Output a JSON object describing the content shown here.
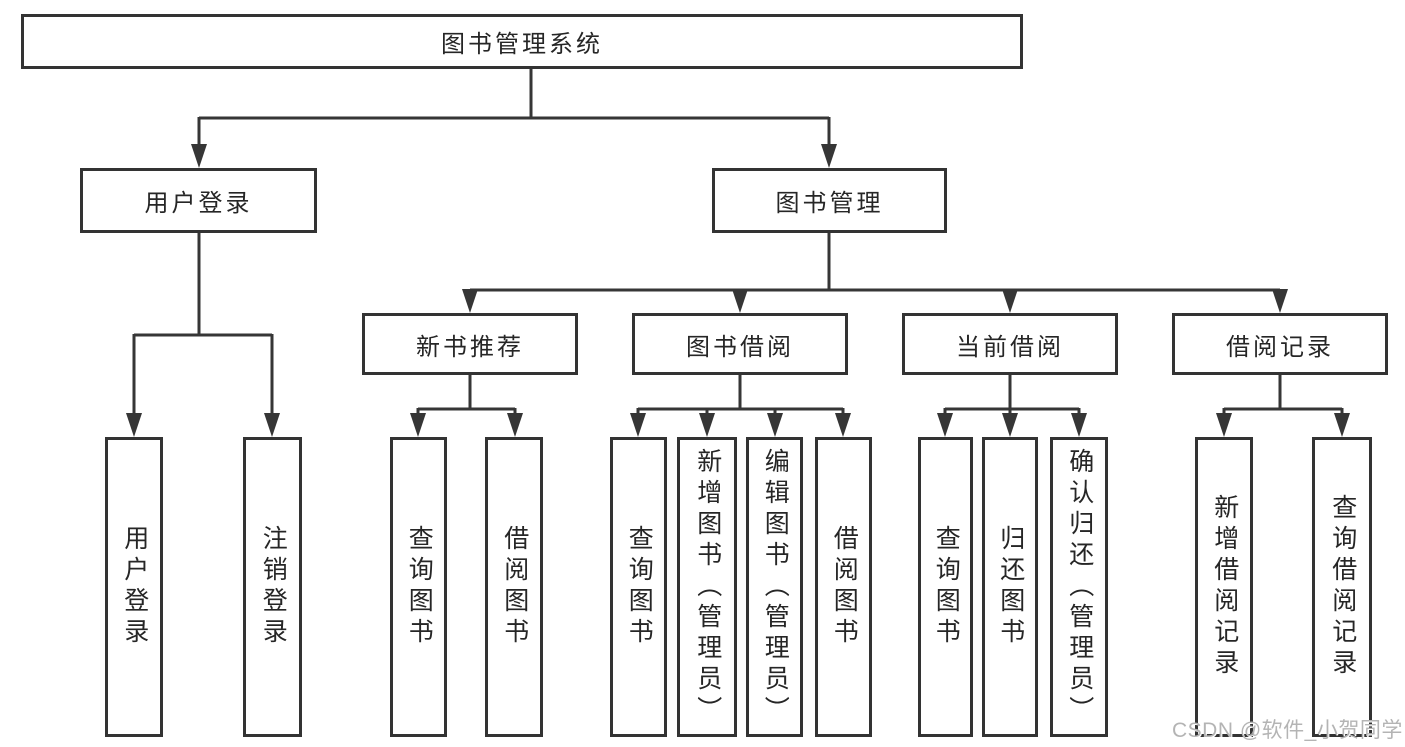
{
  "diagram": {
    "colors": {
      "line": "#363636",
      "box_border": "#333333",
      "text": "#262626",
      "background": "#ffffff",
      "watermark": "#b4b4b4"
    },
    "nodes": {
      "root": "图书管理系统",
      "user_login": "用户登录",
      "book_management": "图书管理",
      "new_book_rec": "新书推荐",
      "book_borrow": "图书借阅",
      "current_borrow": "当前借阅",
      "borrow_record": "借阅记录",
      "leaves": {
        "user_login": [
          "用户登录",
          "注销登录"
        ],
        "new_book_rec": [
          "查询图书",
          "借阅图书"
        ],
        "book_borrow": [
          "查询图书",
          "新增图书（管理员）",
          "编辑图书（管理员）",
          "借阅图书"
        ],
        "current_borrow": [
          "查询图书",
          "归还图书",
          "确认归还（管理员）"
        ],
        "borrow_record": [
          "新增借阅记录",
          "查询借阅记录"
        ]
      }
    },
    "watermark": "CSDN @软件_小贺同学"
  }
}
